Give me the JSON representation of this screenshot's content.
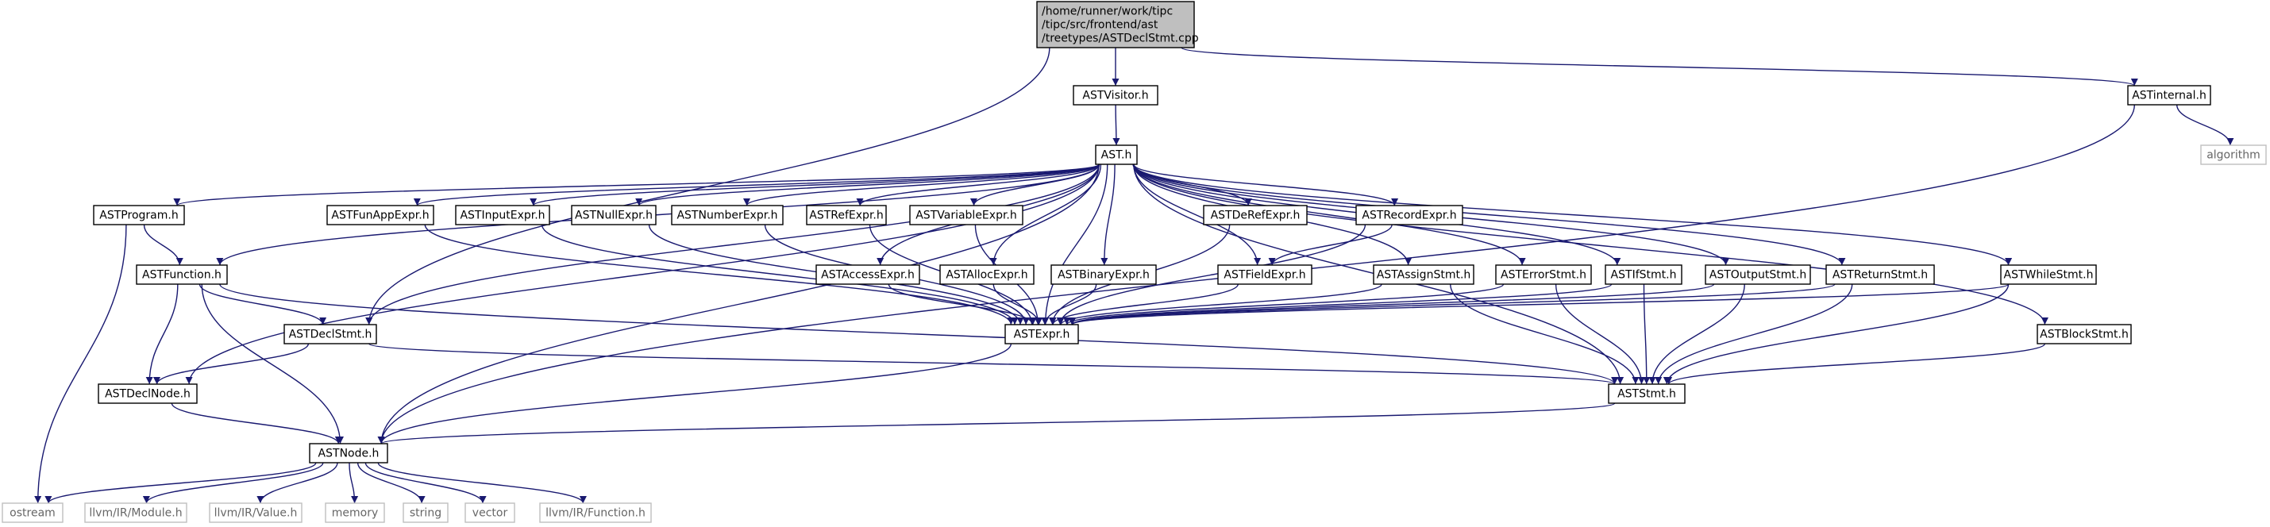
{
  "colors": {
    "edge": "#191970",
    "node_border": "#000000",
    "node_border_external": "#bfbfbf",
    "root_fill": "#bfbfbf",
    "text": "#000000",
    "text_external": "#666666"
  },
  "nodes": [
    {
      "id": "root",
      "lines": [
        "/home/runner/work/tipc",
        "/tipc/src/frontend/ast",
        "/treetypes/ASTDeclStmt.cpp"
      ],
      "kind": "root"
    },
    {
      "id": "visitor",
      "lines": [
        "ASTVisitor.h"
      ],
      "kind": "normal"
    },
    {
      "id": "internal",
      "lines": [
        "ASTinternal.h"
      ],
      "kind": "normal"
    },
    {
      "id": "algorithm",
      "lines": [
        "algorithm"
      ],
      "kind": "external"
    },
    {
      "id": "ast",
      "lines": [
        "AST.h"
      ],
      "kind": "normal"
    },
    {
      "id": "program",
      "lines": [
        "ASTProgram.h"
      ],
      "kind": "normal"
    },
    {
      "id": "funapp",
      "lines": [
        "ASTFunAppExpr.h"
      ],
      "kind": "normal"
    },
    {
      "id": "input",
      "lines": [
        "ASTInputExpr.h"
      ],
      "kind": "normal"
    },
    {
      "id": "null",
      "lines": [
        "ASTNullExpr.h"
      ],
      "kind": "normal"
    },
    {
      "id": "number",
      "lines": [
        "ASTNumberExpr.h"
      ],
      "kind": "normal"
    },
    {
      "id": "ref",
      "lines": [
        "ASTRefExpr.h"
      ],
      "kind": "normal"
    },
    {
      "id": "variable",
      "lines": [
        "ASTVariableExpr.h"
      ],
      "kind": "normal"
    },
    {
      "id": "deref",
      "lines": [
        "ASTDeRefExpr.h"
      ],
      "kind": "normal"
    },
    {
      "id": "record",
      "lines": [
        "ASTRecordExpr.h"
      ],
      "kind": "normal"
    },
    {
      "id": "function",
      "lines": [
        "ASTFunction.h"
      ],
      "kind": "normal"
    },
    {
      "id": "access",
      "lines": [
        "ASTAccessExpr.h"
      ],
      "kind": "normal"
    },
    {
      "id": "alloc",
      "lines": [
        "ASTAllocExpr.h"
      ],
      "kind": "normal"
    },
    {
      "id": "binary",
      "lines": [
        "ASTBinaryExpr.h"
      ],
      "kind": "normal"
    },
    {
      "id": "field",
      "lines": [
        "ASTFieldExpr.h"
      ],
      "kind": "normal"
    },
    {
      "id": "assign",
      "lines": [
        "ASTAssignStmt.h"
      ],
      "kind": "normal"
    },
    {
      "id": "error",
      "lines": [
        "ASTErrorStmt.h"
      ],
      "kind": "normal"
    },
    {
      "id": "ifstmt",
      "lines": [
        "ASTIfStmt.h"
      ],
      "kind": "normal"
    },
    {
      "id": "output",
      "lines": [
        "ASTOutputStmt.h"
      ],
      "kind": "normal"
    },
    {
      "id": "return",
      "lines": [
        "ASTReturnStmt.h"
      ],
      "kind": "normal"
    },
    {
      "id": "while",
      "lines": [
        "ASTWhileStmt.h"
      ],
      "kind": "normal"
    },
    {
      "id": "declstmt",
      "lines": [
        "ASTDeclStmt.h"
      ],
      "kind": "normal"
    },
    {
      "id": "expr",
      "lines": [
        "ASTExpr.h"
      ],
      "kind": "normal"
    },
    {
      "id": "block",
      "lines": [
        "ASTBlockStmt.h"
      ],
      "kind": "normal"
    },
    {
      "id": "declnode",
      "lines": [
        "ASTDeclNode.h"
      ],
      "kind": "normal"
    },
    {
      "id": "stmt",
      "lines": [
        "ASTStmt.h"
      ],
      "kind": "normal"
    },
    {
      "id": "node",
      "lines": [
        "ASTNode.h"
      ],
      "kind": "normal"
    },
    {
      "id": "ostream",
      "lines": [
        "ostream"
      ],
      "kind": "external"
    },
    {
      "id": "llvm_module",
      "lines": [
        "llvm/IR/Module.h"
      ],
      "kind": "external"
    },
    {
      "id": "llvm_value",
      "lines": [
        "llvm/IR/Value.h"
      ],
      "kind": "external"
    },
    {
      "id": "memory",
      "lines": [
        "memory"
      ],
      "kind": "external"
    },
    {
      "id": "string",
      "lines": [
        "string"
      ],
      "kind": "external"
    },
    {
      "id": "vector",
      "lines": [
        "vector"
      ],
      "kind": "external"
    },
    {
      "id": "llvm_function",
      "lines": [
        "llvm/IR/Function.h"
      ],
      "kind": "external"
    }
  ],
  "edges": [
    [
      "root",
      "visitor"
    ],
    [
      "root",
      "internal"
    ],
    [
      "root",
      "declstmt"
    ],
    [
      "visitor",
      "ast"
    ],
    [
      "internal",
      "algorithm"
    ],
    [
      "internal",
      "node"
    ],
    [
      "ast",
      "program"
    ],
    [
      "ast",
      "funapp"
    ],
    [
      "ast",
      "input"
    ],
    [
      "ast",
      "null"
    ],
    [
      "ast",
      "number"
    ],
    [
      "ast",
      "ref"
    ],
    [
      "ast",
      "variable"
    ],
    [
      "ast",
      "deref"
    ],
    [
      "ast",
      "record"
    ],
    [
      "ast",
      "function"
    ],
    [
      "ast",
      "access"
    ],
    [
      "ast",
      "alloc"
    ],
    [
      "ast",
      "binary"
    ],
    [
      "ast",
      "field"
    ],
    [
      "ast",
      "assign"
    ],
    [
      "ast",
      "error"
    ],
    [
      "ast",
      "ifstmt"
    ],
    [
      "ast",
      "output"
    ],
    [
      "ast",
      "return"
    ],
    [
      "ast",
      "while"
    ],
    [
      "ast",
      "declstmt"
    ],
    [
      "ast",
      "expr"
    ],
    [
      "ast",
      "block"
    ],
    [
      "ast",
      "declnode"
    ],
    [
      "ast",
      "stmt"
    ],
    [
      "ast",
      "node"
    ],
    [
      "program",
      "function"
    ],
    [
      "program",
      "ostream"
    ],
    [
      "function",
      "declstmt"
    ],
    [
      "function",
      "declnode"
    ],
    [
      "function",
      "node"
    ],
    [
      "function",
      "stmt"
    ],
    [
      "funapp",
      "expr"
    ],
    [
      "input",
      "expr"
    ],
    [
      "null",
      "expr"
    ],
    [
      "number",
      "expr"
    ],
    [
      "ref",
      "expr"
    ],
    [
      "variable",
      "expr"
    ],
    [
      "deref",
      "expr"
    ],
    [
      "record",
      "expr"
    ],
    [
      "record",
      "field"
    ],
    [
      "access",
      "expr"
    ],
    [
      "alloc",
      "expr"
    ],
    [
      "binary",
      "expr"
    ],
    [
      "field",
      "expr"
    ],
    [
      "assign",
      "expr"
    ],
    [
      "assign",
      "stmt"
    ],
    [
      "error",
      "expr"
    ],
    [
      "error",
      "stmt"
    ],
    [
      "ifstmt",
      "expr"
    ],
    [
      "ifstmt",
      "stmt"
    ],
    [
      "output",
      "expr"
    ],
    [
      "output",
      "stmt"
    ],
    [
      "return",
      "expr"
    ],
    [
      "return",
      "stmt"
    ],
    [
      "while",
      "expr"
    ],
    [
      "while",
      "stmt"
    ],
    [
      "block",
      "stmt"
    ],
    [
      "declstmt",
      "declnode"
    ],
    [
      "declstmt",
      "stmt"
    ],
    [
      "expr",
      "node"
    ],
    [
      "stmt",
      "node"
    ],
    [
      "declnode",
      "node"
    ],
    [
      "node",
      "ostream"
    ],
    [
      "node",
      "llvm_module"
    ],
    [
      "node",
      "llvm_value"
    ],
    [
      "node",
      "memory"
    ],
    [
      "node",
      "string"
    ],
    [
      "node",
      "vector"
    ],
    [
      "node",
      "llvm_function"
    ]
  ]
}
